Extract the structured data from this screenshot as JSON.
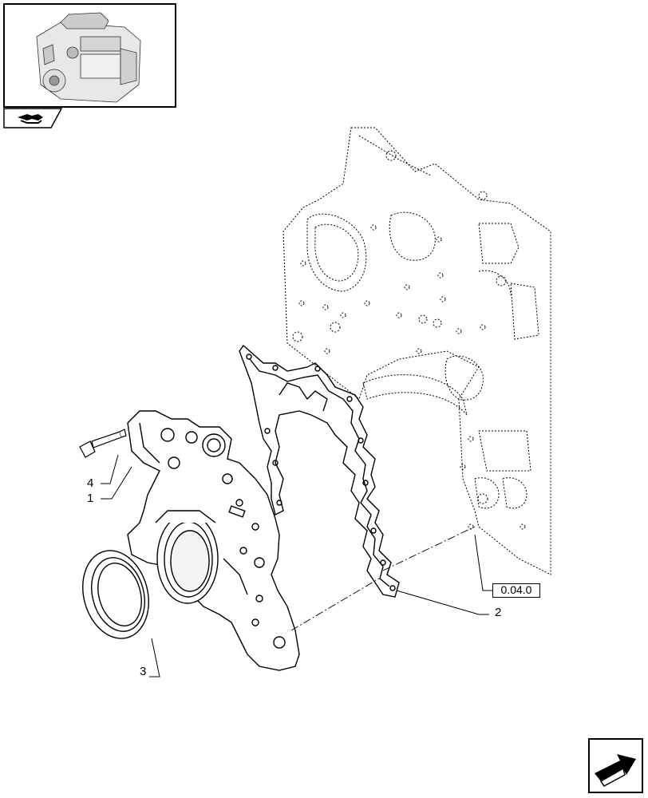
{
  "thumbnail": {
    "icon": "engine-thumbnail-icon",
    "tab_icon": "book-arrow-icon"
  },
  "callouts": {
    "c1": "1",
    "c2": "2",
    "c3": "3",
    "c4": "4"
  },
  "reference": {
    "label": "0.04.0"
  },
  "navigation": {
    "next_icon": "next-page-arrow-icon"
  }
}
